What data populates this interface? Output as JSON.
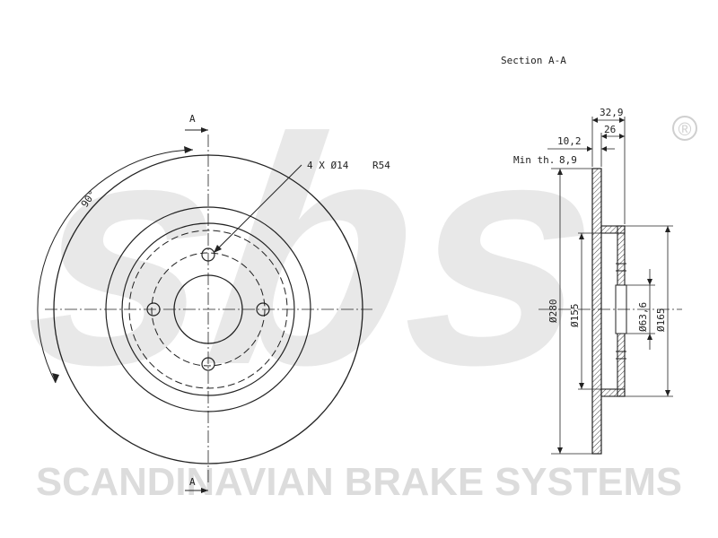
{
  "watermark": {
    "brand": "sbs",
    "registered_mark": "®",
    "tagline": "SCANDINAVIAN BRAKE SYSTEMS"
  },
  "front_view": {
    "section_marker_top": "A",
    "section_marker_bottom": "A",
    "bolt_pattern_label": "4 X Ø14",
    "pcd_label": "R54",
    "angle_label": "90°"
  },
  "section_view": {
    "title": "Section A-A",
    "min_thickness_label": "Min th.",
    "min_thickness_value": "8,9",
    "dim_total_height": "32,9",
    "dim_hat_height": "26",
    "dim_thickness": "10,2",
    "dia_outer": "Ø280",
    "dia_hat": "Ø155",
    "dia_center_bore": "Ø63,6",
    "dia_flange": "Ø165"
  },
  "colors": {
    "line": "#222222",
    "watermark": "#e6e6e6",
    "hatch": "#444444"
  }
}
